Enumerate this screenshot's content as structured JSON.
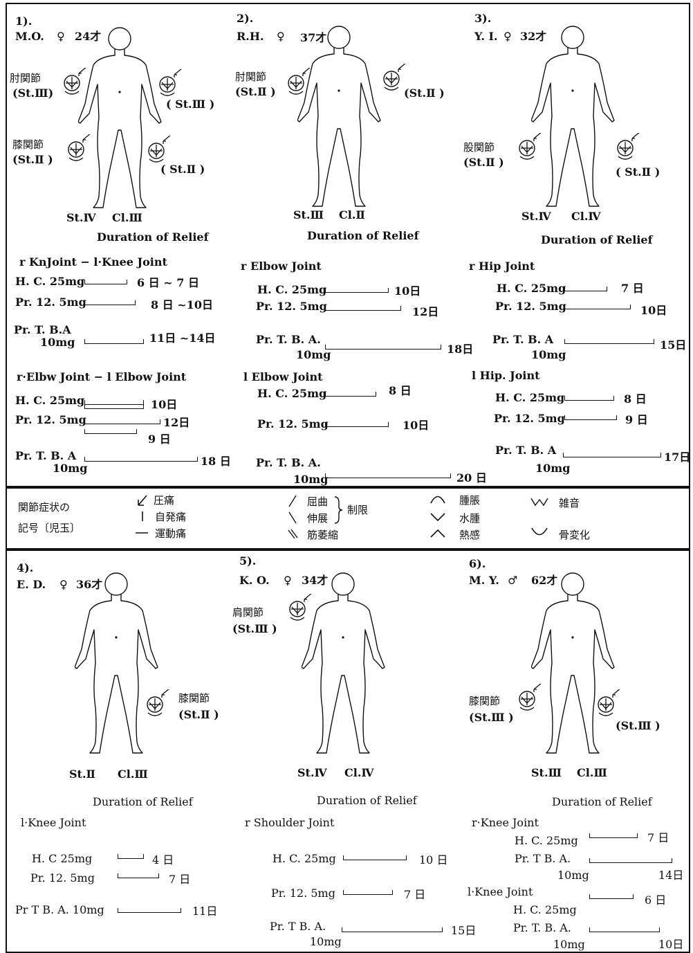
{
  "colors": {
    "ink": "#111111",
    "paper": "#ffffff"
  },
  "cases": [
    {
      "num": "1).",
      "patient": "M.O.",
      "sex": "♀",
      "age": "24才",
      "stage": "St.Ⅳ",
      "class": "Cl.Ⅲ",
      "joint_labels": [
        {
          "name": "肘関節",
          "stage": "(St.Ⅲ)"
        },
        {
          "stage": "( St.Ⅲ )"
        },
        {
          "name": "膝関節",
          "stage": "(St.Ⅱ )"
        },
        {
          "stage": "( St.Ⅱ )"
        }
      ],
      "relief_title": "Duration of Relief",
      "groups": [
        {
          "joint": "r KnJoint − l·Knee Joint",
          "rows": [
            {
              "drug": "H. C. 25mg",
              "value": "6 日 ~ 7 日",
              "days": [
                6,
                7
              ]
            },
            {
              "drug": "Pr. 12. 5mg",
              "value": "8 日 ~10日",
              "days": [
                8,
                10
              ]
            },
            {
              "drug": "Pr. T. B.A",
              "drug2": "10mg",
              "value": "11日 ~14日",
              "days": [
                11,
                14
              ]
            }
          ]
        },
        {
          "joint": "r·Elbw Joint − l Elbow Joint",
          "rows": [
            {
              "drug": "H. C. 25mg",
              "value": "10日",
              "days": [
                10,
                10
              ]
            },
            {
              "drug": "Pr. 12. 5mg",
              "value": "12日",
              "value2": "9 日",
              "days": [
                12,
                9
              ]
            },
            {
              "drug": "Pr. T. B. A",
              "drug2": "10mg",
              "value": "18 日",
              "days": [
                18
              ]
            }
          ]
        }
      ]
    },
    {
      "num": "2).",
      "patient": "R.H.",
      "sex": "♀",
      "age": "37才",
      "stage": "St.Ⅲ",
      "class": "Cl.Ⅱ",
      "joint_labels": [
        {
          "name": "肘関節",
          "stage": "(St.Ⅱ )"
        },
        {
          "stage": "(St.Ⅱ )"
        }
      ],
      "relief_title": "Duration of Relief",
      "groups": [
        {
          "joint": "r Elbow Joint",
          "rows": [
            {
              "drug": "H. C. 25mg",
              "value": "10日",
              "days": [
                10
              ]
            },
            {
              "drug": "Pr. 12. 5mg",
              "value": "12日",
              "days": [
                12
              ]
            },
            {
              "drug": "Pr. T. B. A.",
              "drug2": "10mg",
              "value": "18日",
              "days": [
                18
              ]
            }
          ]
        },
        {
          "joint": "l Elbow  Joint",
          "rows": [
            {
              "drug": "H. C. 25mg",
              "value": "8 日",
              "days": [
                8
              ]
            },
            {
              "drug": "Pr. 12. 5mg",
              "value": "10日",
              "days": [
                10
              ]
            },
            {
              "drug": "Pr. T. B. A.",
              "drug2": "10mg",
              "value": "20 日",
              "days": [
                20
              ]
            }
          ]
        }
      ]
    },
    {
      "num": "3).",
      "patient": "Y. I.",
      "sex": "♀",
      "age": "32才",
      "stage": "St.Ⅳ",
      "class": "Cl.Ⅳ",
      "joint_labels": [
        {
          "name": "股関節",
          "stage": "(St.Ⅱ )"
        },
        {
          "stage": "( St.Ⅱ )"
        }
      ],
      "relief_title": "Duration of Relief",
      "groups": [
        {
          "joint": "r Hip  Joint",
          "rows": [
            {
              "drug": "H. C. 25mg",
              "value": "7 日",
              "days": [
                7
              ]
            },
            {
              "drug": "Pr. 12. 5mg",
              "value": "10日",
              "days": [
                10
              ]
            },
            {
              "drug": "Pr. T. B. A",
              "drug2": "10mg",
              "value": "15日",
              "days": [
                15
              ]
            }
          ]
        },
        {
          "joint": "l Hip. Joint",
          "rows": [
            {
              "drug": "H. C. 25mg",
              "value": "8 日",
              "days": [
                8
              ]
            },
            {
              "drug": "Pr. 12. 5mg",
              "value": "9 日",
              "days": [
                9
              ]
            },
            {
              "drug": "Pr. T. B. A",
              "drug2": "10mg",
              "value": "17日",
              "days": [
                17
              ]
            }
          ]
        }
      ]
    },
    {
      "num": "4).",
      "patient": "E. D.",
      "sex": "♀",
      "age": "36才",
      "stage": "St.Ⅱ",
      "class": "Cl.Ⅲ",
      "joint_labels": [
        {
          "name": "膝関節",
          "stage": "(St.Ⅱ )"
        }
      ],
      "relief_title": "Duration of Relief",
      "groups": [
        {
          "joint": "l·Knee  Joint",
          "rows": [
            {
              "drug": "H. C  25mg",
              "value": "4 日",
              "days": [
                4
              ]
            },
            {
              "drug": "Pr. 12. 5mg",
              "value": "7 日",
              "days": [
                7
              ]
            },
            {
              "drug": "Pr  T  B. A. 10mg",
              "value": "11日",
              "days": [
                11
              ]
            }
          ]
        }
      ]
    },
    {
      "num": "5).",
      "patient": "K. O.",
      "sex": "♀",
      "age": "34才",
      "stage": "St.Ⅳ",
      "class": "Cl.Ⅳ",
      "joint_labels": [
        {
          "name": "肩関節",
          "stage": "(St.Ⅲ )"
        }
      ],
      "relief_title": "Duration of Relief",
      "groups": [
        {
          "joint": "r Shoulder  Joint",
          "rows": [
            {
              "drug": "H. C. 25mg",
              "value": "10 日",
              "days": [
                10
              ]
            },
            {
              "drug": "Pr. 12. 5mg",
              "value": "7 日",
              "days": [
                7
              ]
            },
            {
              "drug": "Pr. T  B. A.",
              "drug2": "10mg",
              "value": "15日",
              "days": [
                15
              ]
            }
          ]
        }
      ]
    },
    {
      "num": "6).",
      "patient": "M. Y.",
      "sex": "♂",
      "age": "62才",
      "stage": "St.Ⅲ",
      "class": "Cl.Ⅲ",
      "joint_labels": [
        {
          "name": "膝関節",
          "stage": "(St.Ⅲ )"
        },
        {
          "stage": "(St.Ⅲ )"
        }
      ],
      "relief_title": "Duration of Relief",
      "groups": [
        {
          "joint": "r·Knee  Joint",
          "rows": [
            {
              "drug": "H. C. 25mg",
              "value": "7 日",
              "days": [
                7
              ]
            },
            {
              "drug": "Pr. T  B. A.",
              "drug2": "10mg",
              "value": "14日",
              "days": [
                14
              ]
            }
          ]
        },
        {
          "joint": "l·Knee  Joint",
          "rows": [
            {
              "drug": "H. C. 25mg",
              "value": "6 日",
              "days": [
                6
              ]
            },
            {
              "drug": "Pr. T. B. A.",
              "drug2": "10mg",
              "value": "10日",
              "days": [
                10
              ]
            }
          ]
        }
      ]
    }
  ],
  "legend": {
    "title_line1": "関節症状の",
    "title_line2": "記号〔児玉〕",
    "tenderness": "圧痛",
    "spontaneous_pain": "自発痛",
    "motion_pain": "運動痛",
    "flexion": "屈曲",
    "extension": "伸展",
    "limitation": "制限",
    "atrophy": "筋萎縮",
    "swelling": "腫脹",
    "edema": "水腫",
    "heat": "熱感",
    "crepitus": "雑音",
    "bone_change": "骨変化"
  }
}
